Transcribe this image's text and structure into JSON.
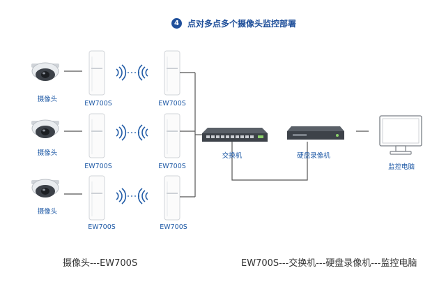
{
  "title": {
    "step_number": "4",
    "text": "点对多点多个摄像头监控部署"
  },
  "labels": {
    "camera": "摄像头",
    "cpe": "EW700S",
    "switch": "交换机",
    "nvr": "硬盘录像机",
    "computer": "监控电脑"
  },
  "rows": [
    {
      "camera": "摄像头",
      "cpe_left": "EW700S",
      "cpe_right": "EW700S"
    },
    {
      "camera": "摄像头",
      "cpe_left": "EW700S",
      "cpe_right": "EW700S"
    },
    {
      "camera": "摄像头",
      "cpe_left": "EW700S",
      "cpe_right": "EW700S"
    }
  ],
  "captions": {
    "left": "摄像头---EW700S",
    "right": "EW700S---交换机---硬盘录像机---监控电脑"
  },
  "colors": {
    "accent": "#1f4f9a",
    "label": "#1f5aa6",
    "line": "#555555"
  }
}
